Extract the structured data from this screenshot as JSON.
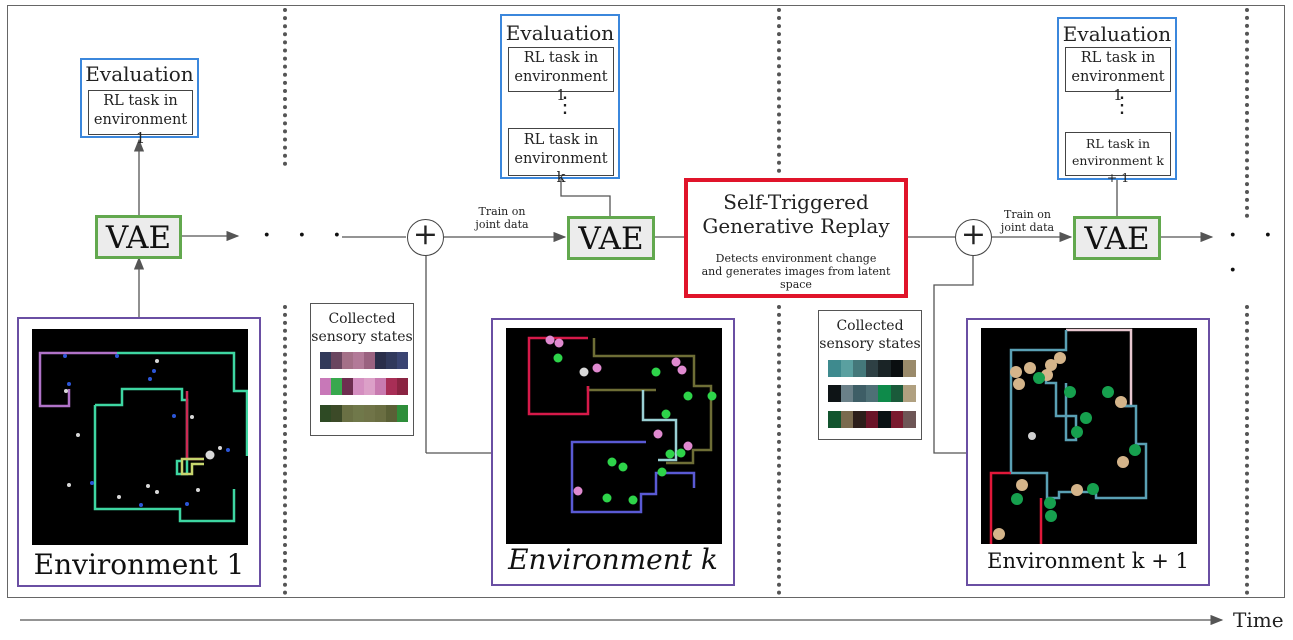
{
  "evaluation": {
    "title": "Evaluation",
    "task_env1_line1": "RL task in",
    "task_env1_line2": "environment 1",
    "task_envk_line2": "environment k",
    "task_envk1_line2": "environment k + 1",
    "vdots": "⋮"
  },
  "vae_label": "VAE",
  "ellipsis": "· · ·",
  "train_on_joint_data": [
    "Train on",
    "joint data"
  ],
  "plus_symbol": "+",
  "collected_sensory_states": [
    "Collected",
    "sensory states"
  ],
  "replay": {
    "title_line1": "Self-Triggered",
    "title_line2": "Generative Replay",
    "desc_line1": "Detects environment change",
    "desc_line2": "and generates images from latent space"
  },
  "environments": {
    "env1": "Environment 1",
    "envk": "Environment k",
    "envk1": "Environment k + 1"
  },
  "time_label": "Time",
  "colors": {
    "evaluation_border": "#3b87dc",
    "vae_border": "#62a84e",
    "environment_border": "#6a4fa3",
    "replay_border": "#e0142a"
  },
  "sensory_strips": {
    "stage2": [
      [
        "#323a5a",
        "#6a4660",
        "#a47088",
        "#b27a98",
        "#9a6280",
        "#2a2e4a",
        "#31395c",
        "#3a4472"
      ],
      [
        "#c878b8",
        "#38a84e",
        "#6e2e50",
        "#d48ec0",
        "#dca0c8",
        "#c87ab0",
        "#a82e56",
        "#8a2442"
      ],
      [
        "#2e4a24",
        "#3c4a28",
        "#6a7044",
        "#70784a",
        "#707448",
        "#6a6e42",
        "#5a6036",
        "#2e8e3a"
      ]
    ],
    "stage3": [
      [
        "#3e8a8e",
        "#5aa0a0",
        "#44787a",
        "#2e4044",
        "#1a2426",
        "#0a0e10",
        "#9a8a6a"
      ],
      [
        "#0e1416",
        "#6a8088",
        "#3e5e66",
        "#4e7076",
        "#0e8a4a",
        "#1a5a3a",
        "#b0a080"
      ],
      [
        "#12542e",
        "#7a6a4e",
        "#2c1e1a",
        "#6a1428",
        "#0a1214",
        "#7a1a2e",
        "#6e5656"
      ]
    ]
  }
}
